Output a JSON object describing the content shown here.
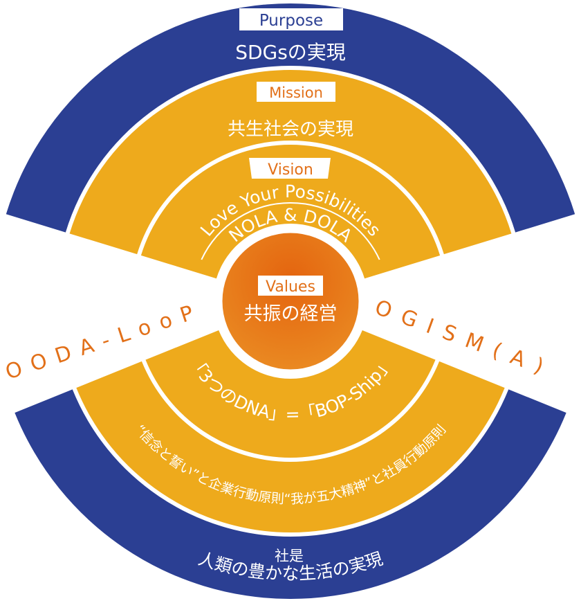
{
  "colors": {
    "blue": "#2b3f93",
    "ring_orange": "#eeaa1c",
    "center_orange": "#e57116",
    "text_orange": "#e27019"
  },
  "purpose": {
    "tag": "Purpose",
    "text": "SDGsの実現"
  },
  "mission": {
    "tag": "Mission",
    "text": "共生社会の実現"
  },
  "vision": {
    "tag": "Vision",
    "line1": "Love Your Possibilities",
    "line2": "NOLA & DOLA"
  },
  "values": {
    "tag": "Values",
    "text": "共振の経営"
  },
  "left_band": "OODA-LooP",
  "right_band": "OGISM(A)",
  "dna": "「3つのDNA」=「BOP-Ship」",
  "principles": "“信念と誓い”と企業行動原則“我が五大精神”と社員行動原則",
  "motto": {
    "tag": "社是",
    "text": "人類の豊かな生活の実現"
  }
}
